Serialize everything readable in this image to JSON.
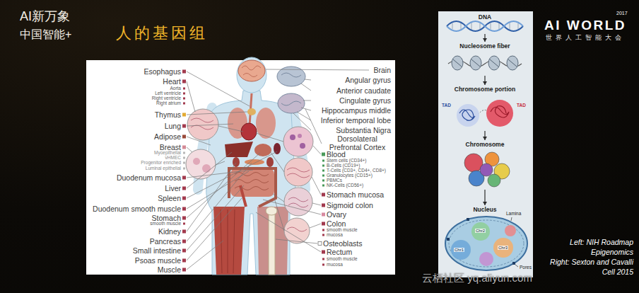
{
  "diagram": {
    "title": "人的基因组",
    "nodes": [
      {
        "text": [
          "DNA"
        ]
      },
      {
        "text": [
          "Nucleosome fiber"
        ]
      },
      {
        "text": [
          "Chromosome portion"
        ]
      },
      {
        "text": [
          "Chromosome"
        ]
      },
      {
        "text": [
          "Nucleus"
        ]
      }
    ],
    "edges": [
      {
        "from": 0,
        "to": 1,
        "arrow": "to"
      },
      {
        "from": 1,
        "to": 2,
        "arrow": "to"
      },
      {
        "from": 2,
        "to": 3,
        "arrow": "to"
      },
      {
        "from": 3,
        "to": 4,
        "arrow": "to"
      }
    ],
    "labels": [
      "AI新万象",
      "中国智能+",
      "AI WORLD",
      "2017",
      "世界人工智能大会",
      "Esophagus",
      "Heart",
      "Aorta",
      "Left ventricle",
      "Right ventricle",
      "Right atrium",
      "Thymus",
      "Lung",
      "Adipose",
      "Breast",
      "Myoepithelial",
      "vHMEC",
      "Progenitor enriched",
      "Luminal epithelial",
      "Duodenum mucosa",
      "Liver",
      "Spleen",
      "Duodenum smooth muscle",
      "Stomach",
      "smooth muscle",
      "Kidney",
      "Pancreas",
      "Small intestine",
      "Psoas muscle",
      "Muscle",
      "Brain",
      "Angular gyrus",
      "Anterior caudate",
      "Cingulate gyrus",
      "Hippocampus middle",
      "Inferior temporal lobe",
      "Substantia Nigra",
      "Dorsolateral Prefrontal Cortex",
      "Blood",
      "Stem cells (CD34+)",
      "B-Cells (CD19+)",
      "T-Cells (CD3+, CD4+, CD8+)",
      "Granulocytes (CD15+)",
      "PBMCs",
      "NK-Cells (CD56+)",
      "Stomach mucosa",
      "Sigmoid colon",
      "Ovary",
      "Colon",
      "smooth muscle",
      "mucosa",
      "Osteoblasts",
      "Rectum",
      "smooth muscle",
      "mucosa",
      "TAD",
      "TAD",
      "Lamina",
      "Pores",
      "Chr1",
      "Chr2",
      "Chr3",
      "Left: NIH Roadmap",
      "Epigenomics",
      "Right: Sexton and Cavalli",
      "Cell 2015",
      "云栖社区 yq.aliyun.com"
    ]
  }
}
